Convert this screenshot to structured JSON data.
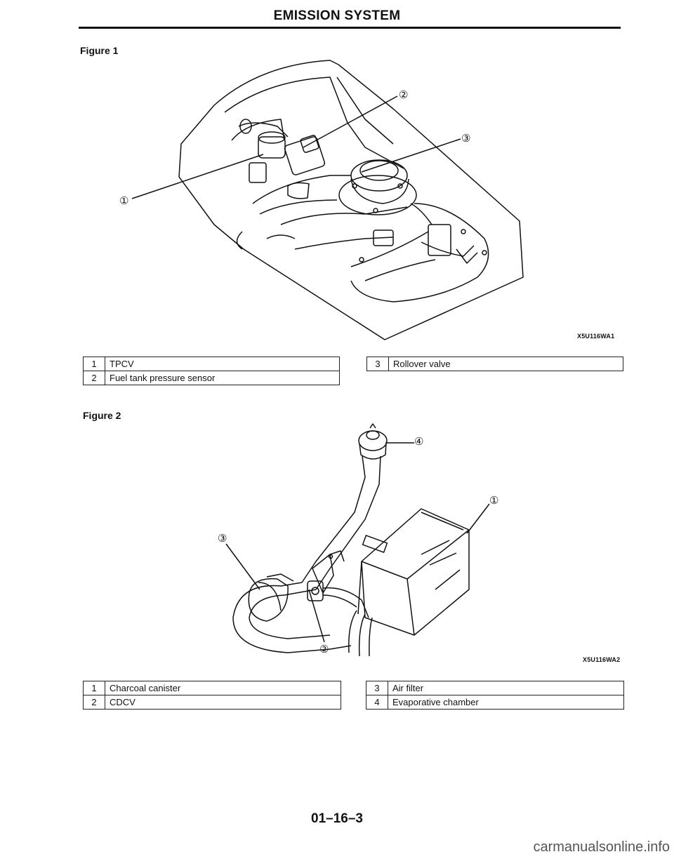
{
  "header": {
    "title": "EMISSION SYSTEM"
  },
  "figure1": {
    "label": "Figure 1",
    "code": "X5U116WA1",
    "callouts": [
      "①",
      "②",
      "③"
    ],
    "legend_left": [
      {
        "num": "1",
        "text": "TPCV"
      },
      {
        "num": "2",
        "text": "Fuel tank pressure sensor"
      }
    ],
    "legend_right": [
      {
        "num": "3",
        "text": "Rollover valve"
      }
    ]
  },
  "figure2": {
    "label": "Figure 2",
    "code": "X5U116WA2",
    "callouts": [
      "①",
      "②",
      "③",
      "④"
    ],
    "legend_left": [
      {
        "num": "1",
        "text": "Charcoal canister"
      },
      {
        "num": "2",
        "text": "CDCV"
      }
    ],
    "legend_right": [
      {
        "num": "3",
        "text": "Air filter"
      },
      {
        "num": "4",
        "text": "Evaporative chamber"
      }
    ]
  },
  "footer": {
    "page_number": "01–16–3"
  },
  "watermark": "carmanualsonline.info"
}
